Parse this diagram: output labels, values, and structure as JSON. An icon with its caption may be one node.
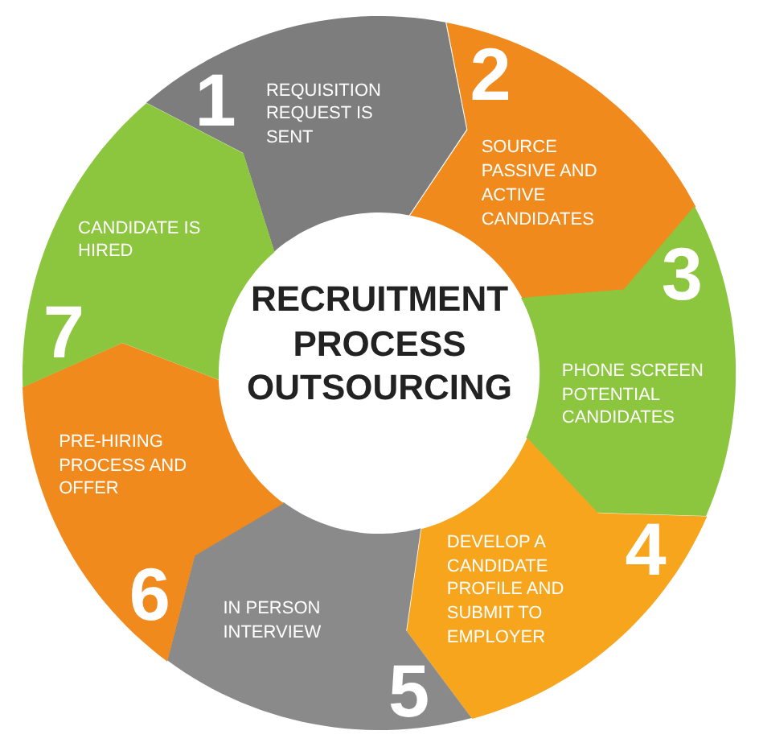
{
  "diagram": {
    "title": "RECRUITMENT PROCESS OUTSOURCING",
    "nodes": [
      {
        "text": [
          "1",
          "REQUISITION REQUEST IS SENT"
        ]
      },
      {
        "text": [
          "2",
          "SOURCE PASSIVE AND ACTIVE CANDIDATES"
        ]
      },
      {
        "text": [
          "3",
          "PHONE SCREEN POTENTIAL CANDIDATES"
        ]
      },
      {
        "text": [
          "DEVELOP A CANDIDATE PROFILE AND SUBMIT TO EMPLOYER",
          "4"
        ]
      },
      {
        "text": [
          "5",
          "IN PERSON INTERVIEW"
        ]
      },
      {
        "text": [
          "PRE-HIRING PROCESS AND OFFER",
          "6"
        ]
      },
      {
        "text": [
          "CANDIDATE IS HIRED",
          "7"
        ]
      }
    ]
  }
}
